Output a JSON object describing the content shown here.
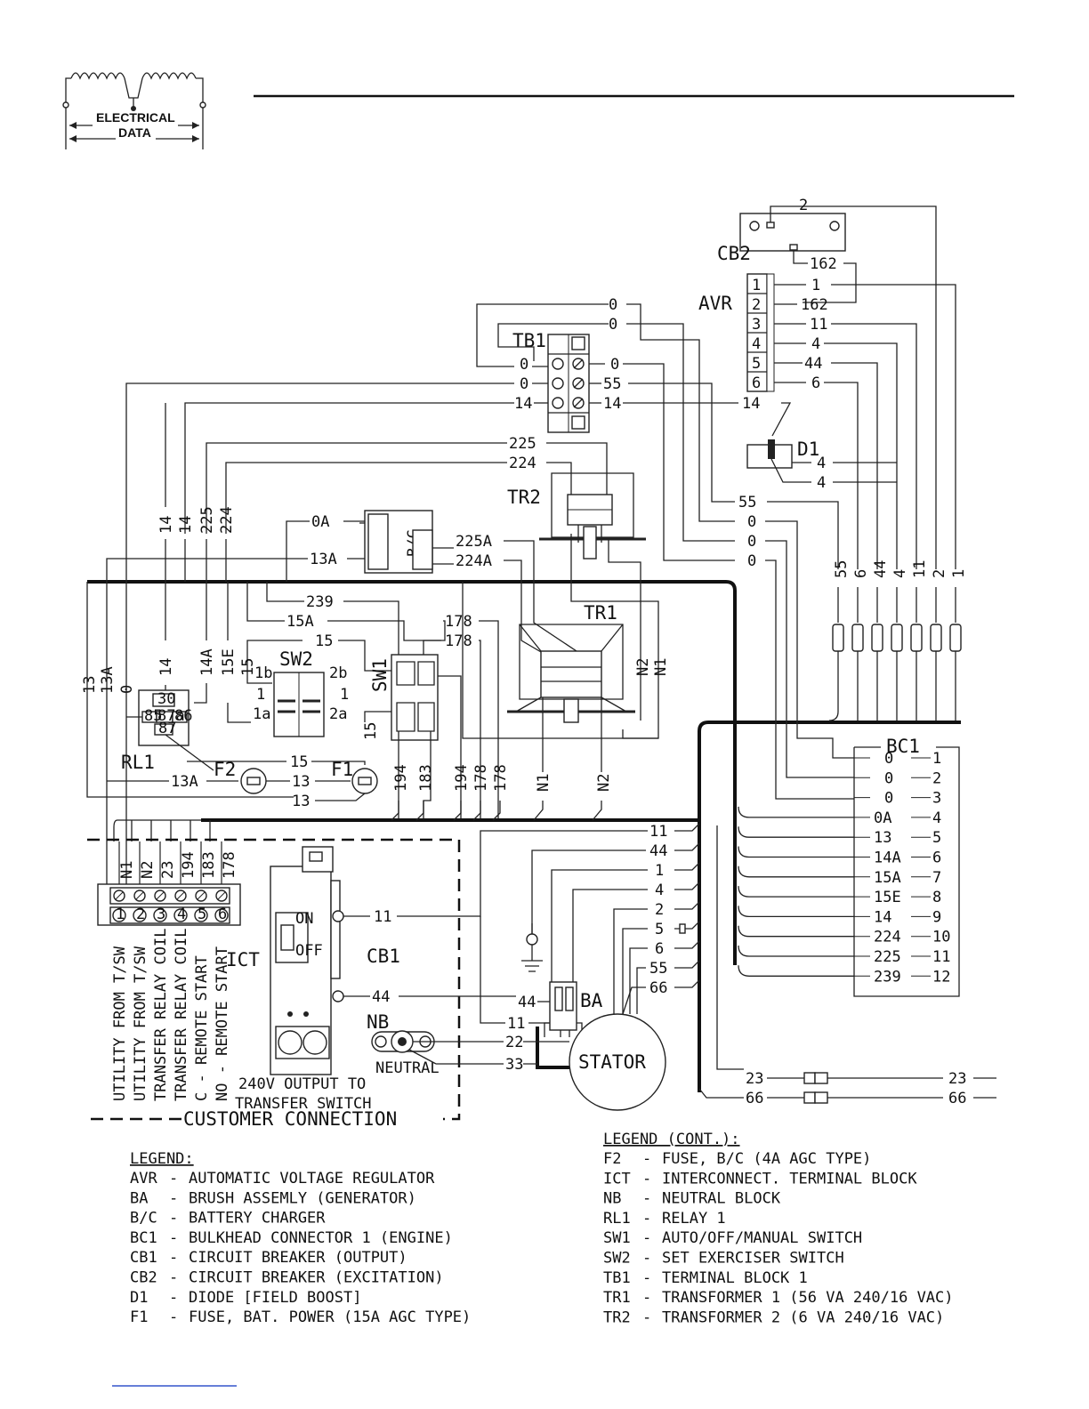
{
  "header": {
    "icon_text_1": "ELECTRICAL",
    "icon_text_2": "DATA"
  },
  "components": {
    "cb2": "CB2",
    "avr": "AVR",
    "tb1": "TB1",
    "d1": "D1",
    "tr1": "TR1",
    "tr2": "TR2",
    "bc": "B/C",
    "sw1": "SW1",
    "sw2": "SW2",
    "rl1": "RL1",
    "f1": "F1",
    "f2": "F2",
    "bc1": "BC1",
    "ict": "ICT",
    "cb1": "CB1",
    "nb": "NB",
    "neutral": "NEUTRAL",
    "ba": "BA",
    "stator": "STATOR"
  },
  "wire_labels": {
    "cb2_2": "2",
    "cb2_162": "162",
    "avr_1": "1",
    "avr_162": "162",
    "avr_11": "11",
    "avr_4": "4",
    "avr_44": "44",
    "avr_6": "6",
    "top_0a": "0",
    "top_0b": "0",
    "tb_0l": "0",
    "tb_0l2": "0",
    "tb_14l": "14",
    "tb_0r": "0",
    "tb_55r": "55",
    "tb_14r": "14",
    "d1_14": "14",
    "d1_4a": "4",
    "d1_4b": "4",
    "w225": "225",
    "w224": "224",
    "w55": "55",
    "w0a": "0",
    "w0b": "0",
    "w0c": "0",
    "bc_0a": "0A",
    "bc_13a": "13A",
    "bc_225a": "225A",
    "bc_224a": "224A",
    "v14a": "14",
    "v14b": "14",
    "v225": "225",
    "v224": "224",
    "r55": "55",
    "r6": "6",
    "r44": "44",
    "r4": "4",
    "r11": "11",
    "r2": "2",
    "r1": "1",
    "w239": "239",
    "w15a": "15A",
    "w15": "15",
    "w178a": "178",
    "w178b": "178",
    "n2": "N2",
    "n1": "N1",
    "v13": "13",
    "v13a": "13A",
    "v0": "0",
    "v14c": "14",
    "v14a2": "14A",
    "v15e": "15E",
    "v15": "15",
    "sw2_1b": "1b",
    "sw2_2b": "2b",
    "sw2_1": "1",
    "sw2_1r": "1",
    "sw2_1a": "1a",
    "sw2_2a": "2a",
    "sw1_15": "15",
    "f_15": "15",
    "f_13a": "13A",
    "f_13": "13",
    "f_13b": "13",
    "b194a": "194",
    "b183": "183",
    "b194b": "194",
    "b178a": "178",
    "b178b": "178",
    "bn1": "N1",
    "bn2": "N2",
    "rl_30": "30",
    "rl_85": "85",
    "rl_87a": "87a",
    "rl_86": "86",
    "rl_87": "87"
  },
  "bc1_rows": [
    {
      "left": "0",
      "num": "1"
    },
    {
      "left": "0",
      "num": "2"
    },
    {
      "left": "0",
      "num": "3"
    },
    {
      "left": "0A",
      "num": "4"
    },
    {
      "left": "13",
      "num": "5"
    },
    {
      "left": "14A",
      "num": "6"
    },
    {
      "left": "15A",
      "num": "7"
    },
    {
      "left": "15E",
      "num": "8"
    },
    {
      "left": "14",
      "num": "9"
    },
    {
      "left": "224",
      "num": "10"
    },
    {
      "left": "225",
      "num": "11"
    },
    {
      "left": "239",
      "num": "12"
    }
  ],
  "stator_wires": [
    "11",
    "44",
    "1",
    "4",
    "2",
    "5",
    "6",
    "55",
    "66"
  ],
  "customer": {
    "title": "CUSTOMER CONNECTION",
    "terminals_top": [
      "N1",
      "N2",
      "23",
      "194",
      "183",
      "178"
    ],
    "terminals": [
      "1",
      "2",
      "3",
      "4",
      "5",
      "6"
    ],
    "descriptions": [
      "UTILITY FROM T/SW",
      "UTILITY FROM T/SW",
      "TRANSFER RELAY COIL",
      "TRANSFER RELAY COIL",
      "C - REMOTE START",
      "NO - REMOTE START"
    ],
    "output_line1": "240V OUTPUT TO",
    "output_line2": "TRANSFER SWITCH",
    "cb1_11": "11",
    "cb1_44": "44",
    "ba_44": "44",
    "ba_11": "11",
    "nb_22": "22",
    "nb_33": "33",
    "on": "ON",
    "off": "OFF"
  },
  "out_wires": {
    "w23l": "23",
    "w23r": "23",
    "w66l": "66",
    "w66r": "66"
  },
  "legend": {
    "title": "LEGEND:",
    "items": [
      {
        "code": "AVR",
        "desc": "AUTOMATIC VOLTAGE REGULATOR"
      },
      {
        "code": "BA",
        "desc": "BRUSH ASSEMLY (GENERATOR)"
      },
      {
        "code": "B/C",
        "desc": "BATTERY CHARGER"
      },
      {
        "code": "BC1",
        "desc": "BULKHEAD CONNECTOR 1 (ENGINE)"
      },
      {
        "code": "CB1",
        "desc": "CIRCUIT BREAKER (OUTPUT)"
      },
      {
        "code": "CB2",
        "desc": "CIRCUIT BREAKER (EXCITATION)"
      },
      {
        "code": "D1",
        "desc": "DIODE [FIELD BOOST]"
      },
      {
        "code": "F1",
        "desc": "FUSE, BAT. POWER (15A AGC TYPE)"
      }
    ]
  },
  "legend_cont": {
    "title": "LEGEND (CONT.):",
    "items": [
      {
        "code": "F2",
        "desc": "FUSE, B/C (4A AGC TYPE)"
      },
      {
        "code": "ICT",
        "desc": "INTERCONNECT. TERMINAL BLOCK"
      },
      {
        "code": "NB",
        "desc": "NEUTRAL BLOCK"
      },
      {
        "code": "RL1",
        "desc": "RELAY 1"
      },
      {
        "code": "SW1",
        "desc": "AUTO/OFF/MANUAL SWITCH"
      },
      {
        "code": "SW2",
        "desc": "SET EXERCISER SWITCH"
      },
      {
        "code": "TB1",
        "desc": "TERMINAL BLOCK 1"
      },
      {
        "code": "TR1",
        "desc": "TRANSFORMER 1 (56 VA 240/16 VAC)"
      },
      {
        "code": "TR2",
        "desc": "TRANSFORMER 2 (6 VA 240/16 VAC)"
      }
    ]
  }
}
